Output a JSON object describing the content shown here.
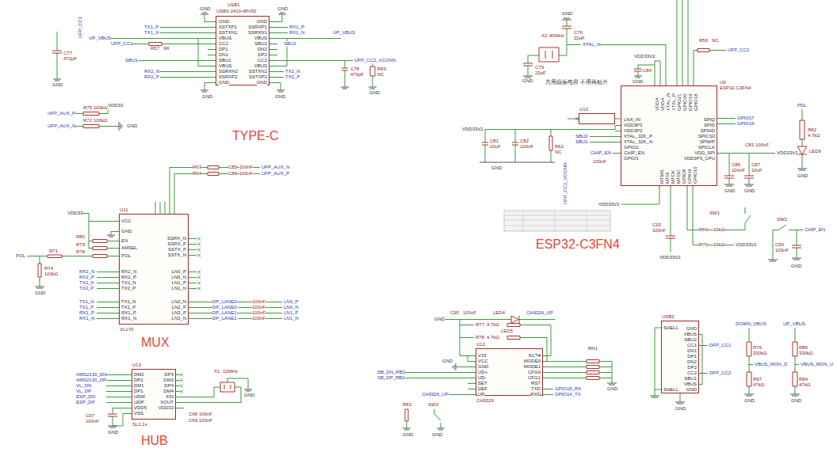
{
  "diagram": {
    "nodes": [
      {
        "text": [
          "USB1",
          "USB3-2410-48V50"
        ]
      },
      {
        "text": [
          "U11",
          "VL170"
        ]
      },
      {
        "text": [
          "U13",
          "SL2.1s"
        ]
      },
      {
        "text": [
          "U12",
          "CH9326"
        ]
      },
      {
        "text": [
          "U9",
          "ESP32-C3FN4"
        ]
      },
      {
        "text": [
          "U10"
        ]
      },
      {
        "text": [
          "USB2"
        ]
      }
    ],
    "labels": [
      "GND",
      "SSTXP1",
      "SSTXN1",
      "VBUS",
      "CC1",
      "DP1",
      "DN1",
      "SBU1",
      "VBUS",
      "SSRXN2",
      "SSRXP2",
      "GND",
      "GND",
      "SSRXP1",
      "SSRXN1",
      "VBUS",
      "SBU2",
      "DN2",
      "DP2",
      "CC2",
      "VBUS",
      "SSTXN2",
      "SSTXP2",
      "GND",
      "TX1_P",
      "TX1_N",
      "UP_VBUS",
      "R57",
      "0R",
      "UFP_CC1",
      "SBU1",
      "RX2_N",
      "RX2_P",
      "RX1_P",
      "RX1_N",
      "UP_VBUS",
      "SBU2",
      "TX2_N",
      "TX2_P",
      "UFP_CC2_VCONN",
      "C78",
      "470pF",
      "R93",
      "NC",
      "C77",
      "470pF",
      "UFP_CC1",
      "GND",
      "GND",
      "GND",
      "GND",
      "GND",
      "GND",
      "UFP_AUX_P",
      "R75",
      "100kΩ",
      "VDD33",
      "UFP_AUX_N",
      "R72",
      "100kΩ",
      "GND",
      "TYPE-C",
      "VCC",
      "GND",
      "EN",
      "AMSEL",
      "POL",
      "RX2_N",
      "RX2_P",
      "TX2_N",
      "TX2_P",
      "TX1_N",
      "TX1_P",
      "RX1_P",
      "RX1_N",
      "SSRX_N",
      "SSRX_P",
      "SSTX_P",
      "SSTX_N",
      "LN0_P",
      "LN0_N",
      "LN1_P",
      "LN1_N",
      "LN2_N",
      "LN2_P",
      "LN3_P",
      "LN3_N",
      "RX2_N",
      "RX2_P",
      "TX2_N",
      "TX2_P",
      "TX1_N",
      "TX1_P",
      "RX1_P",
      "RX1_N",
      "DP_LANE0+",
      "DP_LANE0-",
      "DP_LANE1+",
      "DP_LANE1-",
      "100nF",
      "100nF",
      "100nF",
      "100nF",
      "LN0_P",
      "LN0_N",
      "LN1_P",
      "LN1_N",
      "R63",
      "R64",
      "C85",
      "100nF",
      "C86",
      "100nF",
      "UFP_AUX_N",
      "UFP_AUX_P",
      "VDD33",
      "R80",
      "R79",
      "R78",
      "POL",
      "R71",
      "R74",
      "100kΩ",
      "GND",
      "MUX",
      "DM2",
      "DP2",
      "DM1",
      "DP1",
      "UDM",
      "UDP",
      "VDD5",
      "VSS",
      "DP3",
      "DM3",
      "DP4",
      "DM4",
      "XIN",
      "XOUT",
      "VDD33",
      "AMS2130_DN",
      "AMS2130_DP",
      "VL_DN",
      "VL_DP",
      "ESP_DN",
      "ESP_DP",
      "C97",
      "100nF",
      "X1",
      "12MHz",
      "C98",
      "100nF",
      "C99",
      "100nF",
      "GND",
      "GND",
      "HUB",
      "LNA_IN",
      "VDD3P3",
      "VDD3P3",
      "XTAL_32K_P",
      "XTAL_32K_N",
      "GPIO2",
      "CHIP_EN",
      "GPIO3",
      "VDDA",
      "VDDA",
      "XTAL_N",
      "XTAL_P",
      "GPIO21",
      "GPIO20",
      "GPIO19",
      "GPIO18",
      "SPIQ",
      "SPID",
      "SPIHD",
      "SPICS0",
      "SPIWP",
      "SPICLK",
      "VDD_SPI",
      "VDD3P3_CPU",
      "MTMS",
      "MTDI",
      "MTCK",
      "MTDO",
      "GPIO8",
      "GPIO9",
      "GPIO10",
      "X2",
      "40MHz",
      "C76",
      "22pF",
      "C79",
      "22pF",
      "GND",
      "GND",
      "R56",
      "NC",
      "UFP_CC1",
      "VDD33V2",
      "C84",
      "GND",
      "共用晶振电容 不用再贴片",
      "XTAL_N",
      "VDD33V2",
      "C81",
      "10uF",
      "C82",
      "100nF",
      "R62",
      "NC",
      "SBU2",
      "SBU1",
      "CHIP_EN",
      "100nF",
      "GND",
      "VDD33V2",
      "UFP_CC2_VCONN",
      "GPIO17",
      "GPIO16",
      "C83",
      "100nF",
      "C86",
      "100nF",
      "C87",
      "10uF",
      "GND",
      "GND",
      "VDD33V2",
      "PDL",
      "R82",
      "4.7kΩ",
      "LED6",
      "GND",
      "SW1",
      "R69",
      "10kΩ",
      "R70",
      "10kΩ",
      "VDD33V2",
      "C93",
      "100nF",
      "VDD33V2",
      "SW2",
      "CHIP_EN",
      "C90",
      "100nF",
      "GND",
      "ESP32-C3FN4",
      "V33",
      "VCC",
      "GND",
      "UD+",
      "UD-",
      "SET",
      "DEF",
      "UP",
      "ACT#",
      "MODE0",
      "MODE1",
      "CFG0",
      "CFG1",
      "RST",
      "TXD",
      "RXD",
      "C95",
      "100nF",
      "LED4",
      "CH9326_UP",
      "R77",
      "4.7kΩ",
      "LED5",
      "R78",
      "4.7kΩ",
      "GND",
      "SB_DN_RB2",
      "SB_DP_RB2",
      "CH9326_UP",
      "GPIO15_RX",
      "GPIO14_TX",
      "RN1",
      "R83",
      "SW3",
      "GND",
      "GND",
      "GND",
      "GND",
      "SHELL",
      "SHELL",
      "GND",
      "VBUS",
      "SBU2",
      "CC1",
      "DN1",
      "DP1",
      "DN2",
      "DP2",
      "CC2",
      "SBU1",
      "VBUS",
      "GND",
      "DOWN_VBUS",
      "UP_VBUS",
      "DFP_CC1",
      "DFP_CC2",
      "R76",
      "330kΩ",
      "VBUS_MON_D",
      "R97",
      "47kΩ",
      "R86",
      "330kΩ",
      "VBUS_MON_U",
      "R84",
      "47kΩ",
      "GND",
      "GND",
      "GND"
    ]
  }
}
